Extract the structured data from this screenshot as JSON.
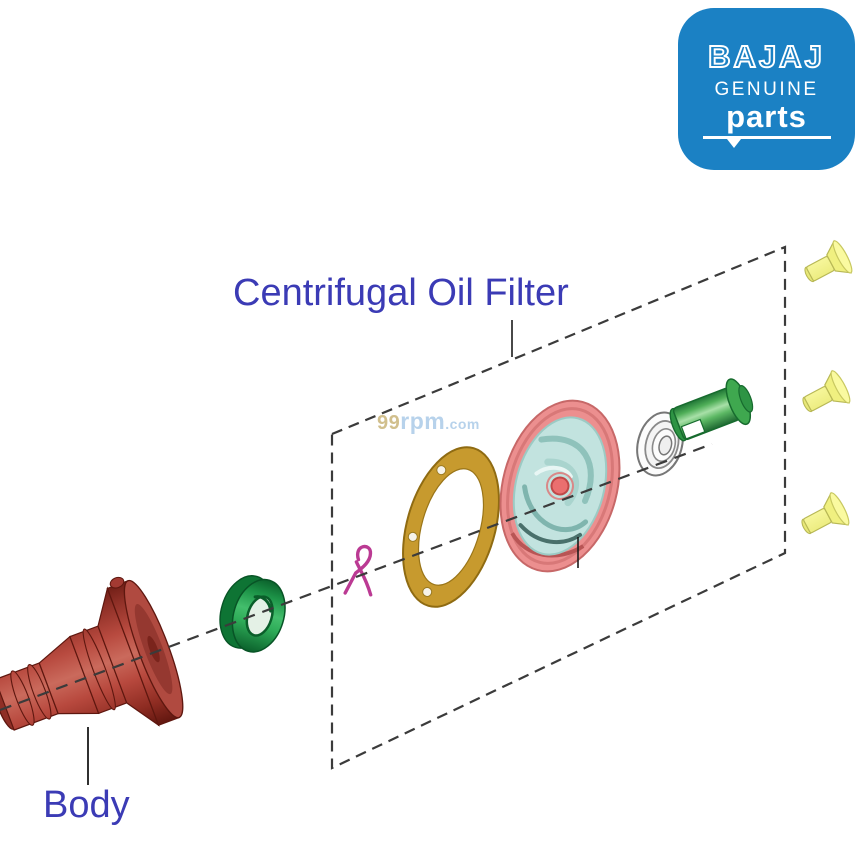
{
  "page": {
    "background": "#FFFFFF",
    "kind": "exploded-parts-diagram"
  },
  "logo": {
    "brand": "BAJAJ",
    "subtitle": "GENUINE",
    "product_word": "parts",
    "bg_color": "#1B81C4",
    "text_color": "#FFFFFF"
  },
  "annotations": {
    "title_label": "Centrifugal Oil Filter",
    "body_label": "Body",
    "label_color": "#3B3BB5"
  },
  "watermark": {
    "num": "99",
    "name": "rpm",
    "tld": ".com",
    "num_color": "#C9B57A",
    "name_color": "#ABCBE8"
  },
  "diagram": {
    "screw_count": 3,
    "outline_style": "dashed",
    "parts": [
      {
        "id": "body",
        "color": "#A8443C"
      },
      {
        "id": "lock-nut",
        "color": "#1FA14C"
      },
      {
        "id": "split-pin",
        "color": "#BB3A93"
      },
      {
        "id": "gasket",
        "color": "#C79A2E"
      },
      {
        "id": "rotor",
        "rim_color": "#EC8F8F",
        "core_color": "#C2E3DF"
      },
      {
        "id": "spring-washer",
        "color": "#FCFCFC"
      },
      {
        "id": "union-bolt",
        "color": "#4FAE58"
      },
      {
        "id": "screw-1",
        "color": "#F0F080"
      },
      {
        "id": "screw-2",
        "color": "#F0F080"
      },
      {
        "id": "screw-3",
        "color": "#F0F080"
      }
    ],
    "dash_color": "#3B3B3B",
    "leader_color": "#1A1A1A"
  }
}
